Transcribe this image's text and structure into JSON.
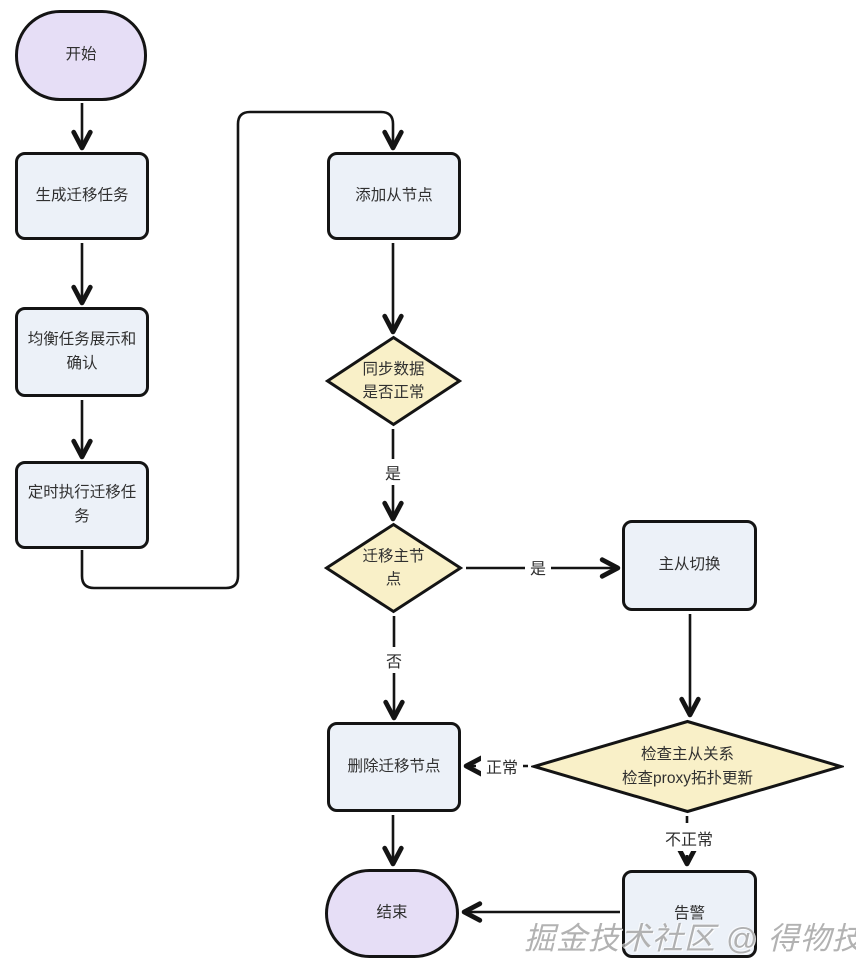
{
  "diagram": {
    "nodes": {
      "start": {
        "label": "开始"
      },
      "gen_task": {
        "label": "生成迁移任务"
      },
      "balance": {
        "line1": "均衡任务展示和",
        "line2": "确认"
      },
      "scheduled": {
        "line1": "定时执行迁移任",
        "line2": "务"
      },
      "add_slave": {
        "label": "添加从节点"
      },
      "sync_check": {
        "line1": "同步数据",
        "line2": "是否正常"
      },
      "migrate_master": {
        "line1": "迁移主节",
        "line2": "点"
      },
      "master_slave_switch": {
        "label": "主从切换"
      },
      "check_topology": {
        "line1": "检查主从关系",
        "line2": "检查proxy拓扑更新"
      },
      "delete_node": {
        "label": "删除迁移节点"
      },
      "alert": {
        "label": "告警"
      },
      "end": {
        "label": "结束"
      }
    },
    "edge_labels": {
      "yes1": "是",
      "yes2": "是",
      "no": "否",
      "normal": "正常",
      "abnormal": "不正常"
    },
    "watermark": "掘金技术社区 @ 得物技术",
    "colors": {
      "terminal_fill": "#e6def6",
      "process_fill": "#ecf1f8",
      "decision_fill": "#f9f0c8",
      "stroke": "#141414"
    }
  }
}
